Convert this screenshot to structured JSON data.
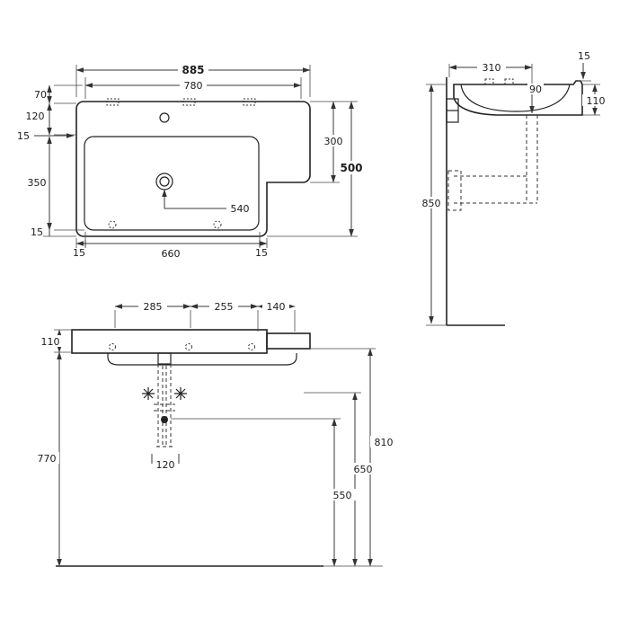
{
  "meta": {
    "type": "technical-drawing",
    "subject": "wall-hung washbasin dimensioned drawing: plan view, side section, front elevation",
    "background_color": "#ffffff",
    "line_color": "#222222"
  },
  "plan": {
    "overall_width": "885",
    "rim_width": "780",
    "offset_top": "70",
    "offset_mid": "120",
    "edge_left": "15",
    "bowl_depth": "350",
    "edge_bottom_left": "15",
    "ledge_depth": "300",
    "overall_depth": "500",
    "drain_offset": "540",
    "edge_b1": "15",
    "bowl_width": "660",
    "edge_b2": "15"
  },
  "side": {
    "depth_to_drain": "310",
    "rim_lip": "15",
    "bowl_inner_depth": "90",
    "rim_height": "110",
    "mount_height": "850"
  },
  "front": {
    "span_left": "285",
    "span_mid": "255",
    "span_right": "140",
    "slab_height": "110",
    "underside_clearance": "770",
    "pipe_width": "120",
    "ledge_height": "810",
    "bracket_height": "650",
    "trap_height": "550"
  }
}
